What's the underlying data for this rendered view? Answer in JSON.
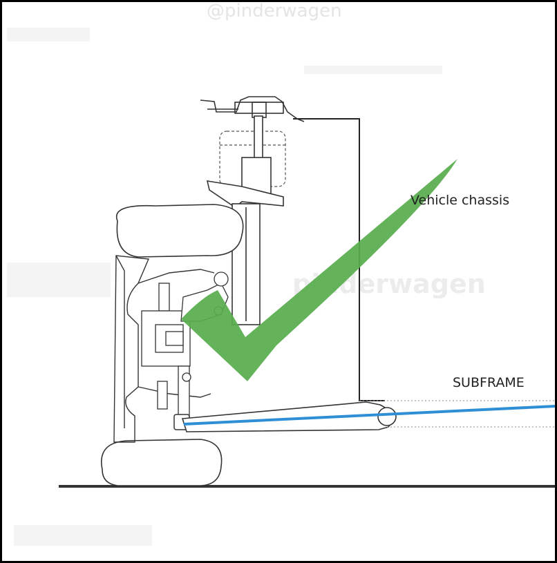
{
  "watermark": "@pinderwagen",
  "watermark_center": "pinderwagen",
  "labels": {
    "chassis": "Vehicle chassis",
    "subframe": "SUBFRAME"
  },
  "colors": {
    "checkmark": "#58ad4e",
    "control_arm_axis": "#2f8fd6",
    "outline": "#222222"
  },
  "icons": {
    "check": "checkmark-icon"
  }
}
